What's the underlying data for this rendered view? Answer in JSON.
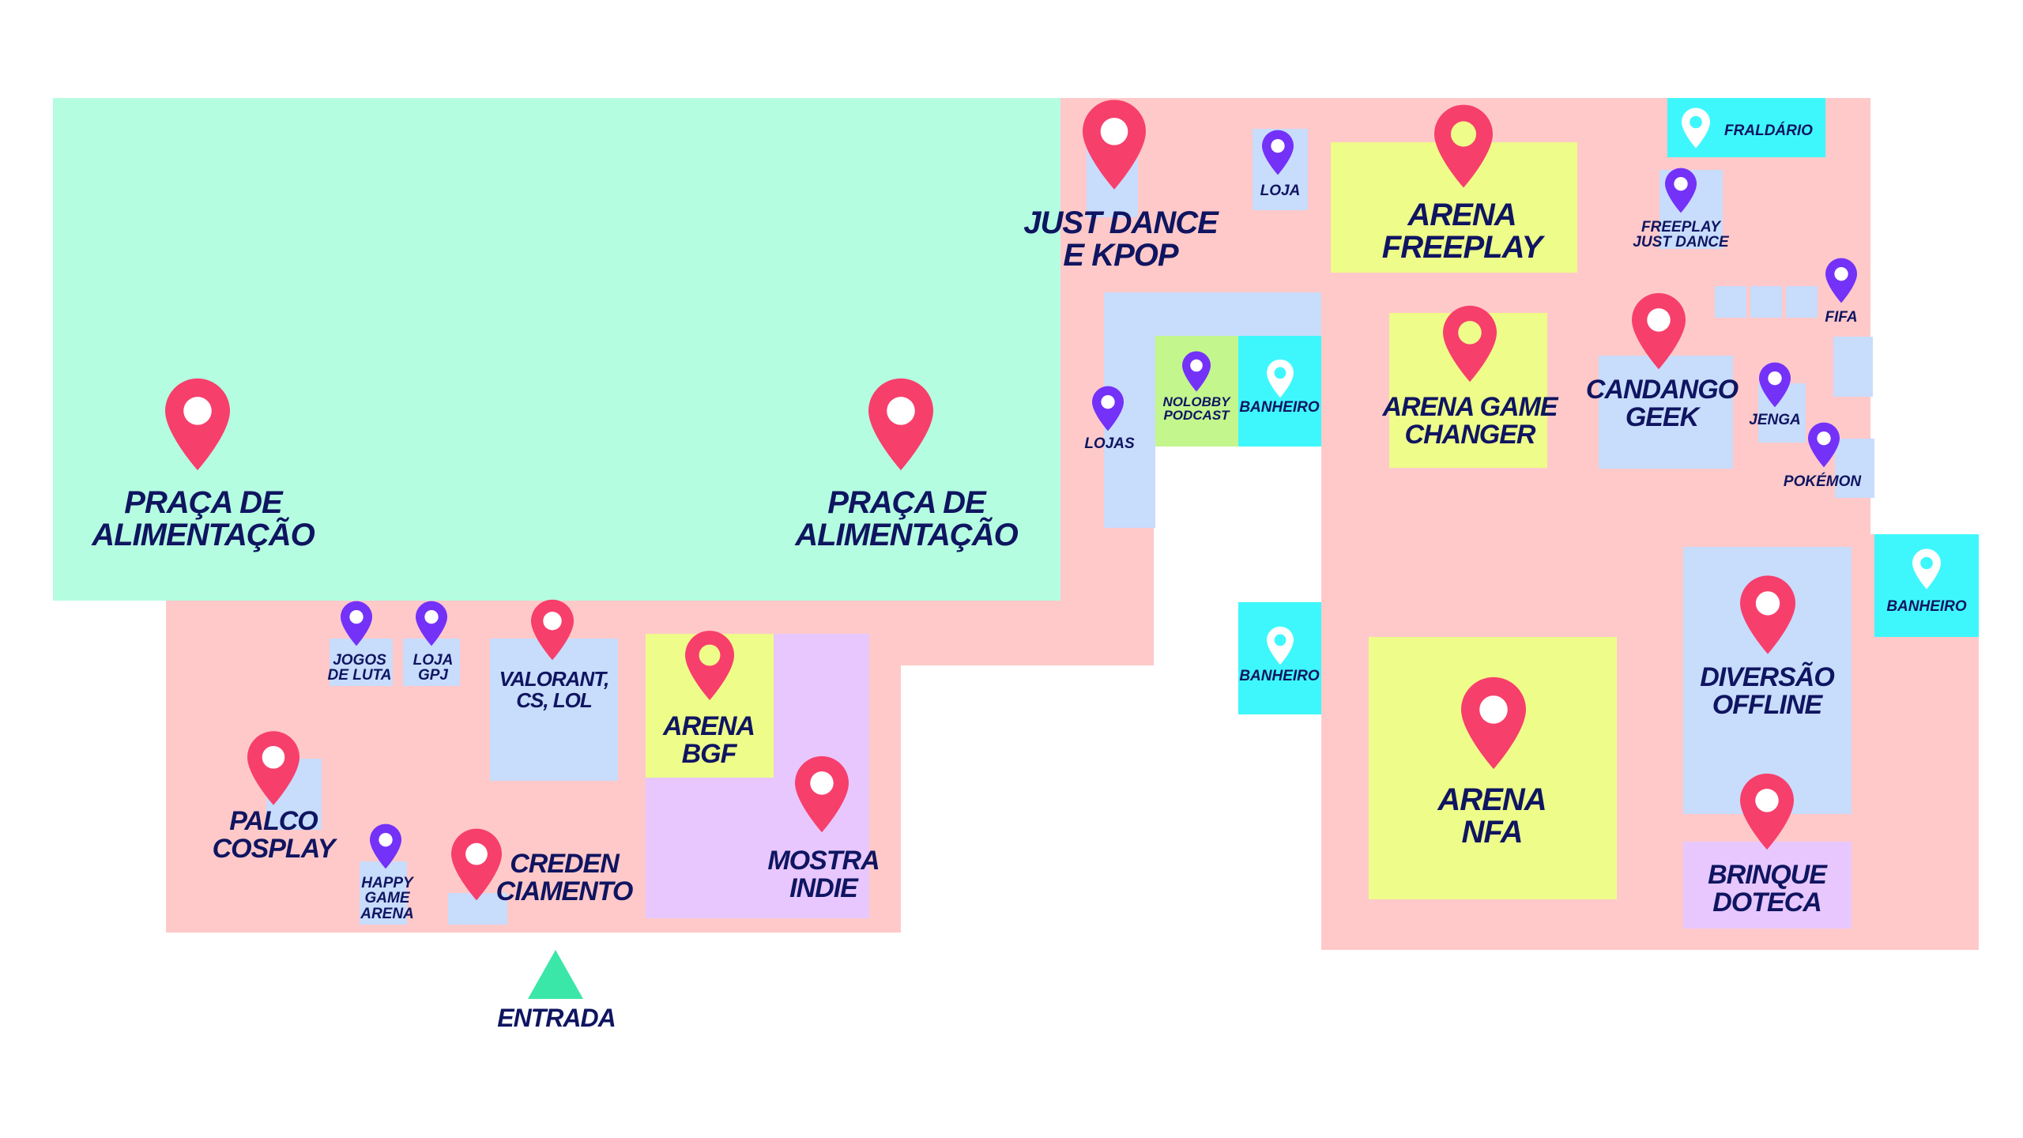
{
  "colors": {
    "food_court": "#b5fde1",
    "hall": "#ffc9c9",
    "block_blue": "#c8dcfc",
    "block_yellow": "#eefc8a",
    "block_purple": "#e7c7fd",
    "block_green": "#c3f68d",
    "bathroom": "#3ef7fd",
    "pin_major": "#f73f6c",
    "pin_minor": "#7431f8",
    "pin_white": "#ffffff",
    "label": "#0f1560",
    "entrance": "#3be7a8"
  },
  "icons": {
    "major": "map-pin-icon",
    "minor": "map-pin-icon",
    "service": "map-pin-icon",
    "entrance": "triangle-icon"
  },
  "labels": {
    "praca1": "PRAÇA DE\nALIMENTAÇÃO",
    "praca2": "PRAÇA DE\nALIMENTAÇÃO",
    "just_dance": "JUST DANCE\nE KPOP",
    "loja": "LOJA",
    "arena_freeplay": "ARENA\nFREEPLAY",
    "fraldario": "FRALDÁRIO",
    "freeplay_just_dance": "FREEPLAY\nJUST DANCE",
    "fifa": "FIFA",
    "lojas": "LOJAS",
    "nolobby_podcast": "NOLOBBY\nPODCAST",
    "banheiro1": "BANHEIRO",
    "arena_game_changer": "ARENA GAME\nCHANGER",
    "candango_geek": "CANDANGO\nGEEK",
    "jenga": "JENGA",
    "pokemon": "POKÉMON",
    "banheiro2": "BANHEIRO",
    "banheiro3": "BANHEIRO",
    "diversao_offline": "DIVERSÃO\nOFFLINE",
    "jogos_de_luta": "JOGOS\nDE LUTA",
    "loja_gpj": "LOJA\nGPJ",
    "valorant": "VALORANT,\nCS, LOL",
    "arena_bgf": "ARENA\nBGF",
    "mostra_indie": "MOSTRA\nINDIE",
    "arena_nfa": "ARENA\nNFA",
    "palco_cosplay": "PALCO\nCOSPLAY",
    "happy_game_arena": "HAPPY\nGAME\nARENA",
    "credenciamento": "CREDEN\nCIAMENTO",
    "brinquedoteca": "BRINQUE\nDOTECA",
    "entrada": "ENTRADA"
  }
}
